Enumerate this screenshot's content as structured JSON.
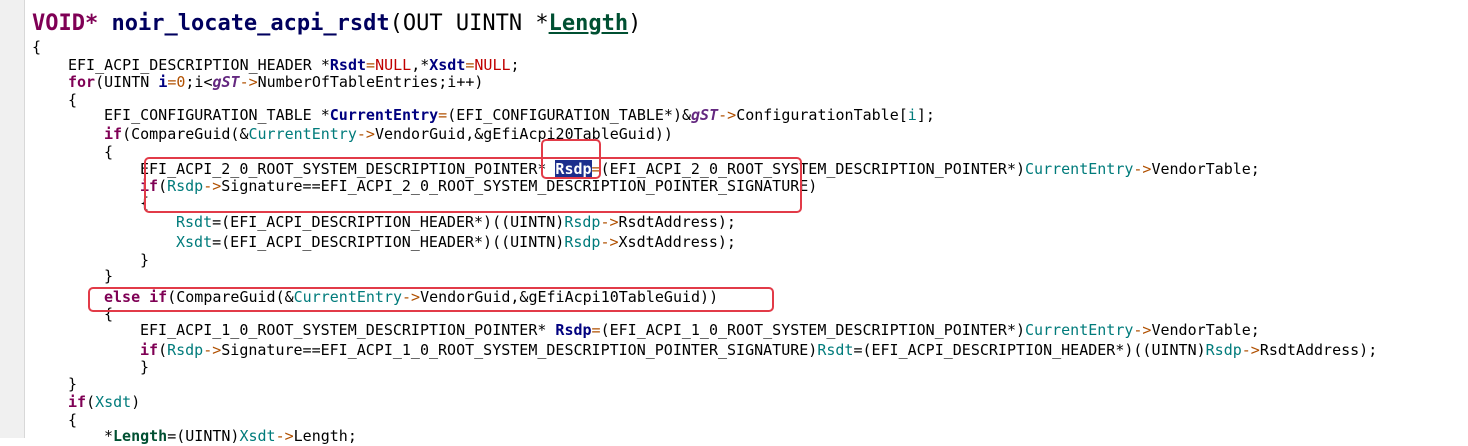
{
  "editor": {
    "lines": [
      {
        "indent": 0,
        "big": true,
        "tokens": [
          {
            "t": "VOID*",
            "c": "t-kw"
          },
          {
            "t": " ",
            "c": "t-plain"
          },
          {
            "t": "noir_locate_acpi_rsdt",
            "c": "t-funcbig"
          },
          {
            "t": "(OUT UINTN *",
            "c": "t-plain"
          },
          {
            "t": "Length",
            "c": "t-plainu"
          },
          {
            "t": ")",
            "c": "t-plain"
          }
        ]
      },
      {
        "indent": 0,
        "tokens": [
          {
            "t": "{",
            "c": "t-plain"
          }
        ]
      },
      {
        "indent": 1,
        "tokens": [
          {
            "t": "EFI_ACPI_DESCRIPTION_HEADER *",
            "c": "t-plain"
          },
          {
            "t": "Rsdt",
            "c": "t-local"
          },
          {
            "t": "=",
            "c": "t-op"
          },
          {
            "t": "NULL",
            "c": "t-macro"
          },
          {
            "t": ",*",
            "c": "t-plain"
          },
          {
            "t": "Xsdt",
            "c": "t-local"
          },
          {
            "t": "=",
            "c": "t-op"
          },
          {
            "t": "NULL",
            "c": "t-macro"
          },
          {
            "t": ";",
            "c": "t-plain"
          }
        ]
      },
      {
        "indent": 1,
        "tokens": [
          {
            "t": "for",
            "c": "t-kw"
          },
          {
            "t": "(UINTN ",
            "c": "t-plain"
          },
          {
            "t": "i",
            "c": "t-local"
          },
          {
            "t": "=",
            "c": "t-op"
          },
          {
            "t": "0",
            "c": "t-num"
          },
          {
            "t": ";i<",
            "c": "t-plain"
          },
          {
            "t": "gST",
            "c": "t-global"
          },
          {
            "t": "->",
            "c": "t-op"
          },
          {
            "t": "NumberOfTableEntries;i++)",
            "c": "t-plain"
          }
        ]
      },
      {
        "indent": 1,
        "tokens": [
          {
            "t": "{",
            "c": "t-plain"
          }
        ]
      },
      {
        "indent": 2,
        "tokens": [
          {
            "t": "EFI_CONFIGURATION_TABLE *",
            "c": "t-plain"
          },
          {
            "t": "CurrentEntry",
            "c": "t-local"
          },
          {
            "t": "=",
            "c": "t-op"
          },
          {
            "t": "(EFI_CONFIGURATION_TABLE*)&",
            "c": "t-plain"
          },
          {
            "t": "gST",
            "c": "t-global"
          },
          {
            "t": "->",
            "c": "t-op"
          },
          {
            "t": "ConfigurationTable[",
            "c": "t-plain"
          },
          {
            "t": "i",
            "c": "t-var"
          },
          {
            "t": "];",
            "c": "t-plain"
          }
        ]
      },
      {
        "indent": 2,
        "tokens": [
          {
            "t": "if",
            "c": "t-kw"
          },
          {
            "t": "(CompareGuid(&",
            "c": "t-plain"
          },
          {
            "t": "CurrentEntry",
            "c": "t-var"
          },
          {
            "t": "->",
            "c": "t-op"
          },
          {
            "t": "VendorGuid,&gEfiAcpi20TableGuid))",
            "c": "t-plain"
          }
        ]
      },
      {
        "indent": 2,
        "tokens": [
          {
            "t": "{",
            "c": "t-plain"
          }
        ]
      },
      {
        "indent": 3,
        "tokens": [
          {
            "t": "EFI_ACPI_2_0_ROOT_SYSTEM_DESCRIPTION_POINTER* ",
            "c": "t-plain"
          },
          {
            "t": "Rsdp",
            "c": "t-sel"
          },
          {
            "t": "=",
            "c": "t-op"
          },
          {
            "t": "(EFI_ACPI_2_0_ROOT_SYSTEM_DESCRIPTION_POINTER*)",
            "c": "t-plain"
          },
          {
            "t": "CurrentEntry",
            "c": "t-var"
          },
          {
            "t": "->",
            "c": "t-op"
          },
          {
            "t": "VendorTable;",
            "c": "t-plain"
          }
        ]
      },
      {
        "indent": 3,
        "tokens": [
          {
            "t": "if",
            "c": "t-kw"
          },
          {
            "t": "(",
            "c": "t-plain"
          },
          {
            "t": "Rsdp",
            "c": "t-var"
          },
          {
            "t": "->",
            "c": "t-op"
          },
          {
            "t": "Signature==EFI_ACPI_2_0_ROOT_SYSTEM_DESCRIPTION_POINTER_SIGNATURE)",
            "c": "t-plain"
          }
        ]
      },
      {
        "indent": 3,
        "tokens": [
          {
            "t": "{",
            "c": "t-plain"
          }
        ]
      },
      {
        "indent": 4,
        "tokens": [
          {
            "t": "Rsdt",
            "c": "t-var"
          },
          {
            "t": "=(EFI_ACPI_DESCRIPTION_HEADER*)((UINTN)",
            "c": "t-plain"
          },
          {
            "t": "Rsdp",
            "c": "t-var"
          },
          {
            "t": "->",
            "c": "t-op"
          },
          {
            "t": "RsdtAddress);",
            "c": "t-plain"
          }
        ]
      },
      {
        "indent": 4,
        "tokens": [
          {
            "t": "Xsdt",
            "c": "t-var"
          },
          {
            "t": "=(EFI_ACPI_DESCRIPTION_HEADER*)((UINTN)",
            "c": "t-plain"
          },
          {
            "t": "Rsdp",
            "c": "t-var"
          },
          {
            "t": "->",
            "c": "t-op"
          },
          {
            "t": "XsdtAddress);",
            "c": "t-plain"
          }
        ]
      },
      {
        "indent": 3,
        "tokens": [
          {
            "t": "}",
            "c": "t-plain"
          }
        ]
      },
      {
        "indent": 2,
        "tokens": [
          {
            "t": "}",
            "c": "t-plain"
          }
        ]
      },
      {
        "indent": 2,
        "tokens": [
          {
            "t": "else if",
            "c": "t-kw"
          },
          {
            "t": "(CompareGuid(&",
            "c": "t-plain"
          },
          {
            "t": "CurrentEntry",
            "c": "t-var"
          },
          {
            "t": "->",
            "c": "t-op"
          },
          {
            "t": "VendorGuid,&gEfiAcpi10TableGuid))",
            "c": "t-plain"
          }
        ]
      },
      {
        "indent": 2,
        "tokens": [
          {
            "t": "{",
            "c": "t-plain"
          }
        ]
      },
      {
        "indent": 3,
        "tokens": [
          {
            "t": "EFI_ACPI_1_0_ROOT_SYSTEM_DESCRIPTION_POINTER* ",
            "c": "t-plain"
          },
          {
            "t": "Rsdp",
            "c": "t-local"
          },
          {
            "t": "=",
            "c": "t-op"
          },
          {
            "t": "(EFI_ACPI_1_0_ROOT_SYSTEM_DESCRIPTION_POINTER*)",
            "c": "t-plain"
          },
          {
            "t": "CurrentEntry",
            "c": "t-var"
          },
          {
            "t": "->",
            "c": "t-op"
          },
          {
            "t": "VendorTable;",
            "c": "t-plain"
          }
        ]
      },
      {
        "indent": 3,
        "tokens": [
          {
            "t": "if",
            "c": "t-kw"
          },
          {
            "t": "(",
            "c": "t-plain"
          },
          {
            "t": "Rsdp",
            "c": "t-var"
          },
          {
            "t": "->",
            "c": "t-op"
          },
          {
            "t": "Signature==EFI_ACPI_1_0_ROOT_SYSTEM_DESCRIPTION_POINTER_SIGNATURE)",
            "c": "t-plain"
          },
          {
            "t": "Rsdt",
            "c": "t-var"
          },
          {
            "t": "=(EFI_ACPI_DESCRIPTION_HEADER*)((UINTN)",
            "c": "t-plain"
          },
          {
            "t": "Rsdp",
            "c": "t-var"
          },
          {
            "t": "->",
            "c": "t-op"
          },
          {
            "t": "RsdtAddress);",
            "c": "t-plain"
          }
        ]
      },
      {
        "indent": 3,
        "tokens": [
          {
            "t": "}",
            "c": "t-plain"
          }
        ]
      },
      {
        "indent": 1,
        "tokens": [
          {
            "t": "}",
            "c": "t-plain"
          }
        ]
      },
      {
        "indent": 1,
        "tokens": [
          {
            "t": "if",
            "c": "t-kw"
          },
          {
            "t": "(",
            "c": "t-plain"
          },
          {
            "t": "Xsdt",
            "c": "t-var"
          },
          {
            "t": ")",
            "c": "t-plain"
          }
        ]
      },
      {
        "indent": 1,
        "tokens": [
          {
            "t": "{",
            "c": "t-plain"
          }
        ]
      },
      {
        "indent": 2,
        "tokens": [
          {
            "t": "*",
            "c": "t-plain"
          },
          {
            "t": "Length",
            "c": "t-param"
          },
          {
            "t": "=(UINTN)",
            "c": "t-plain"
          },
          {
            "t": "Xsdt",
            "c": "t-var"
          },
          {
            "t": "->",
            "c": "t-op"
          },
          {
            "t": "Length;",
            "c": "t-plain"
          }
        ]
      }
    ]
  }
}
